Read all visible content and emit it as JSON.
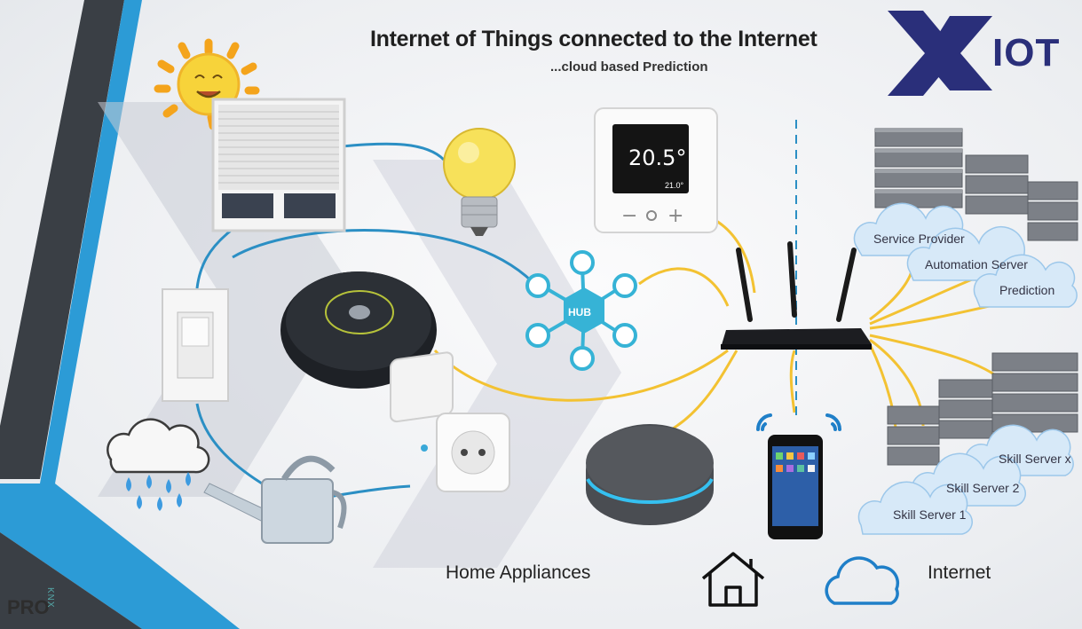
{
  "title": "Internet of Things connected to the Internet",
  "subtitle": "...cloud based Prediction",
  "logo": {
    "text": "IOT"
  },
  "brand": {
    "text": "PRO",
    "sub": "KNX"
  },
  "hub": {
    "label": "HUB"
  },
  "thermostat": {
    "temperature": "20.5°",
    "small_reading": "21.0°"
  },
  "sections": {
    "home": "Home Appliances",
    "internet": "Internet"
  },
  "cloud_labels": {
    "service_provider": "Service Provider",
    "automation_server": "Automation Server",
    "prediction": "Prediction",
    "skill_server_x": "Skill Server x",
    "skill_server_2": "Skill Server 2",
    "skill_server_1": "Skill Server 1"
  },
  "colors": {
    "blue_wire": "#2b8fc4",
    "yellow_wire": "#f3c232",
    "logo": "#2a2f7a",
    "hub": "#36b3d6"
  }
}
